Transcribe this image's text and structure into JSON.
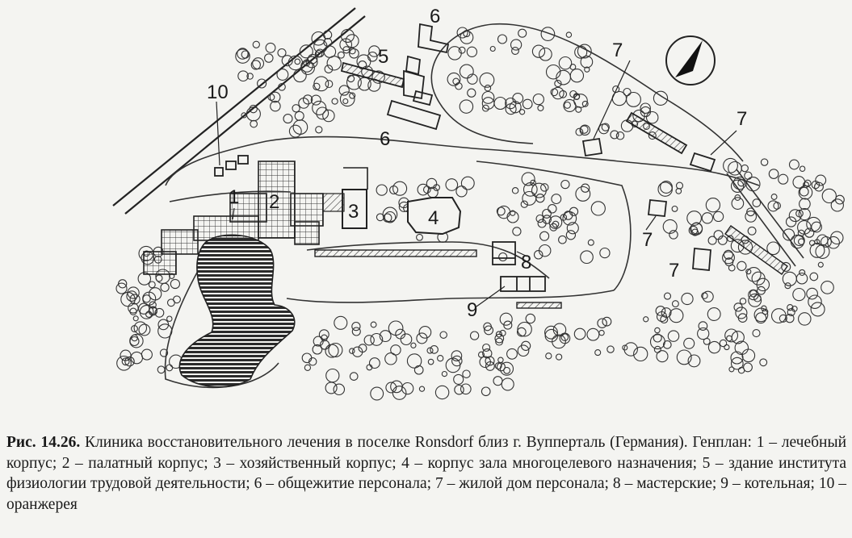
{
  "figure": {
    "number": "Рис. 14.26.",
    "caption_text": "Клиника восстановительного лечения в поселке Ronsdorf близ г. Вупперталь (Германия). Генплан: 1 – лечебный корпус; 2 – палатный корпус; 3 – хозяйственный корпус; 4 – корпус зала многоцелевого назначения; 5 – здание института физиологии трудовой деятельности; 6 – общежитие персонала; 7 – жилой дом персонала; 8 – мастерские; 9 – котельная; 10 – оранжерея"
  },
  "plan": {
    "building_numbers": {
      "n1": "1",
      "n2": "2",
      "n3": "3",
      "n4": "4",
      "n5": "5",
      "n6a": "6",
      "n6b": "6",
      "n7a": "7",
      "n7b": "7",
      "n7c": "7",
      "n7d": "7",
      "n8": "8",
      "n9": "9",
      "n10": "10"
    },
    "north_arrow_icon": "north-arrow-icon"
  }
}
